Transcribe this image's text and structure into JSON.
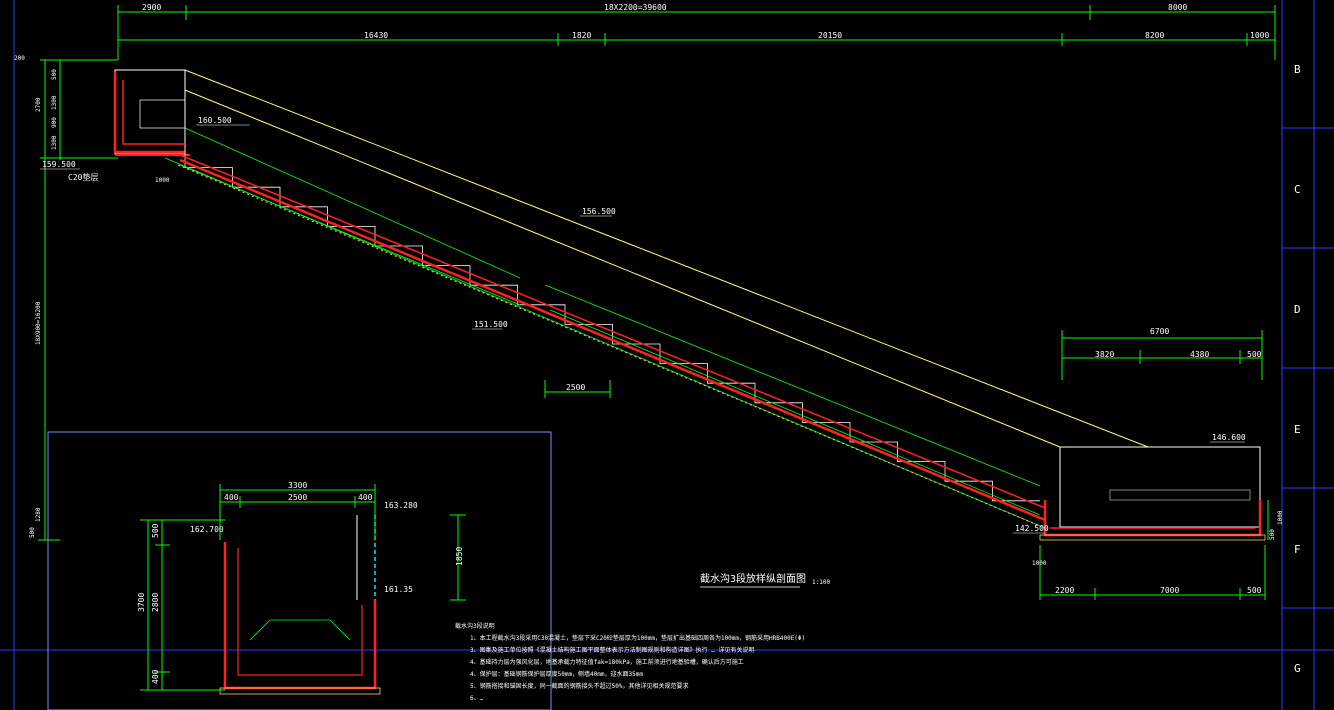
{
  "colors": {
    "background": "#000000",
    "dimension": "#00ff00",
    "yellow_line": "#ffff66",
    "rebar_red": "#ff2020",
    "grid_blue": "#2a3cff",
    "text": "#ffffff",
    "cyan": "#00e5ff"
  },
  "top_dims": {
    "row1": [
      "2900",
      "18X2200=39600",
      "8000"
    ],
    "row2": [
      "16430",
      "1820",
      "20150",
      "8200",
      "1000"
    ]
  },
  "left_dims": [
    "200",
    "500",
    "1300",
    "2700",
    "900",
    "1300",
    "18X900=16200",
    "1280",
    "500"
  ],
  "elevations": {
    "e1": "159.500",
    "e2": "160.500",
    "e3": "156.500",
    "e4": "151.500",
    "e5": "146.600",
    "e6": "142.500",
    "e7": "162.700",
    "e8": "163.280",
    "e9": "161.35"
  },
  "grid_labels": [
    "B",
    "C",
    "D",
    "E",
    "F",
    "G"
  ],
  "mid_dims": {
    "d2500": "2500",
    "d1000a": "1000",
    "d1000b": "1000"
  },
  "right_dims": {
    "top": "6700",
    "parts": [
      "3820",
      "4380",
      "500"
    ],
    "bottom": [
      "2200",
      "7000",
      "500"
    ],
    "side": "1000",
    "side2": "500"
  },
  "labels": {
    "c20": "C20垫层",
    "title": "截水沟3段放样纵剖面图",
    "scale": "1:100"
  },
  "section_dims": {
    "width": "3300",
    "parts": [
      "400",
      "2500",
      "400"
    ],
    "height_total": "3700",
    "h_parts": [
      "500",
      "2800",
      "400"
    ],
    "right_h": "1850"
  },
  "notes": [
    "截水沟3段说明",
    "1、本工程截水沟3段采用C30混凝土，垫层下采C20砼垫层厚为100mm，垫层扩出基础四周各为100mm，钢筋采用HRB400E(Φ)",
    "3、图集及施工单位按照《混凝土结构施工图平面整体表示方法制图规则和构造详图》执行 … 详见有关说明",
    "4、基础持力层为强风化层，地基承载力特征值fak=180kPa，施工前须进行地基验槽，确认后方可施工",
    "4、保护层：基础钢筋保护层厚度50mm，侧墙40mm，迎水面35mm",
    "5、钢筋搭接和锚固长度，同一截面的钢筋接头不超过50%，其他详见相关规范要求",
    "6、…"
  ]
}
